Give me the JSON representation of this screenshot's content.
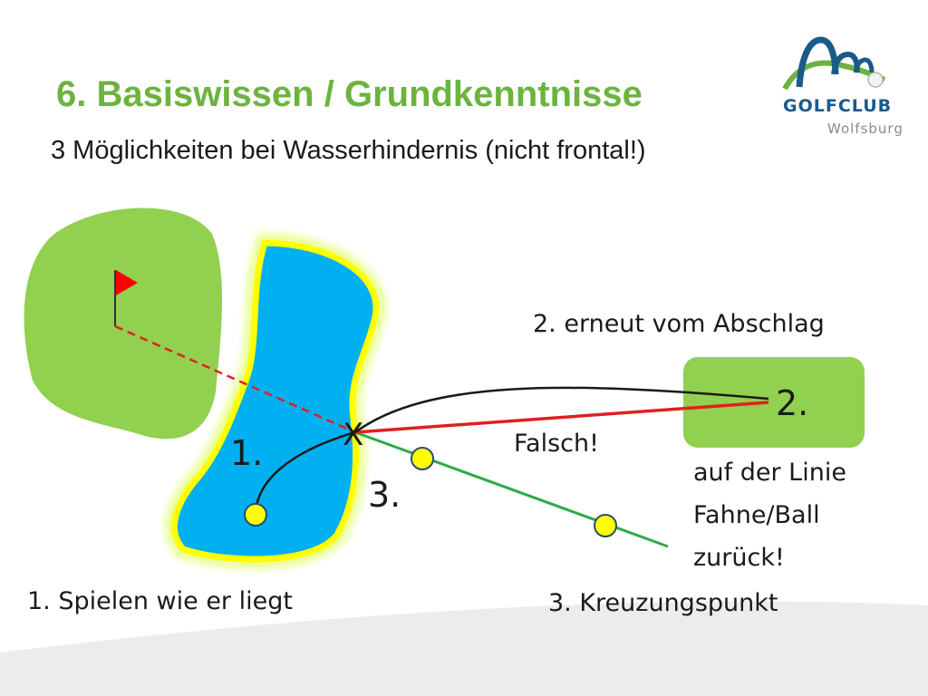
{
  "slide": {
    "title": "6. Basiswissen / Grundkenntnisse",
    "subtitle": "3 Möglichkeiten bei Wasserhindernis (nicht frontal!)"
  },
  "logo": {
    "line1": "GOLFCLUB",
    "line2": "Wolfsburg"
  },
  "diagram": {
    "marker_1": "1.",
    "marker_2": "2.",
    "marker_3": "3.",
    "crossing_mark": "X",
    "wrong_label": "Falsch!",
    "option_1": "1. Spielen wie er liegt",
    "option_2": "2. erneut vom Abschlag",
    "option_3": "3. Kreuzungspunkt",
    "line_note": [
      "auf der Linie",
      "Fahne/Ball",
      "zurück!"
    ]
  },
  "colors": {
    "title_green": "#6cb33f",
    "grass_green": "#92d050",
    "water_blue": "#00b0f0",
    "hazard_yellow": "#ffff00",
    "flag_red": "#ff0000",
    "drop_line_green": "#2eaa4a"
  }
}
